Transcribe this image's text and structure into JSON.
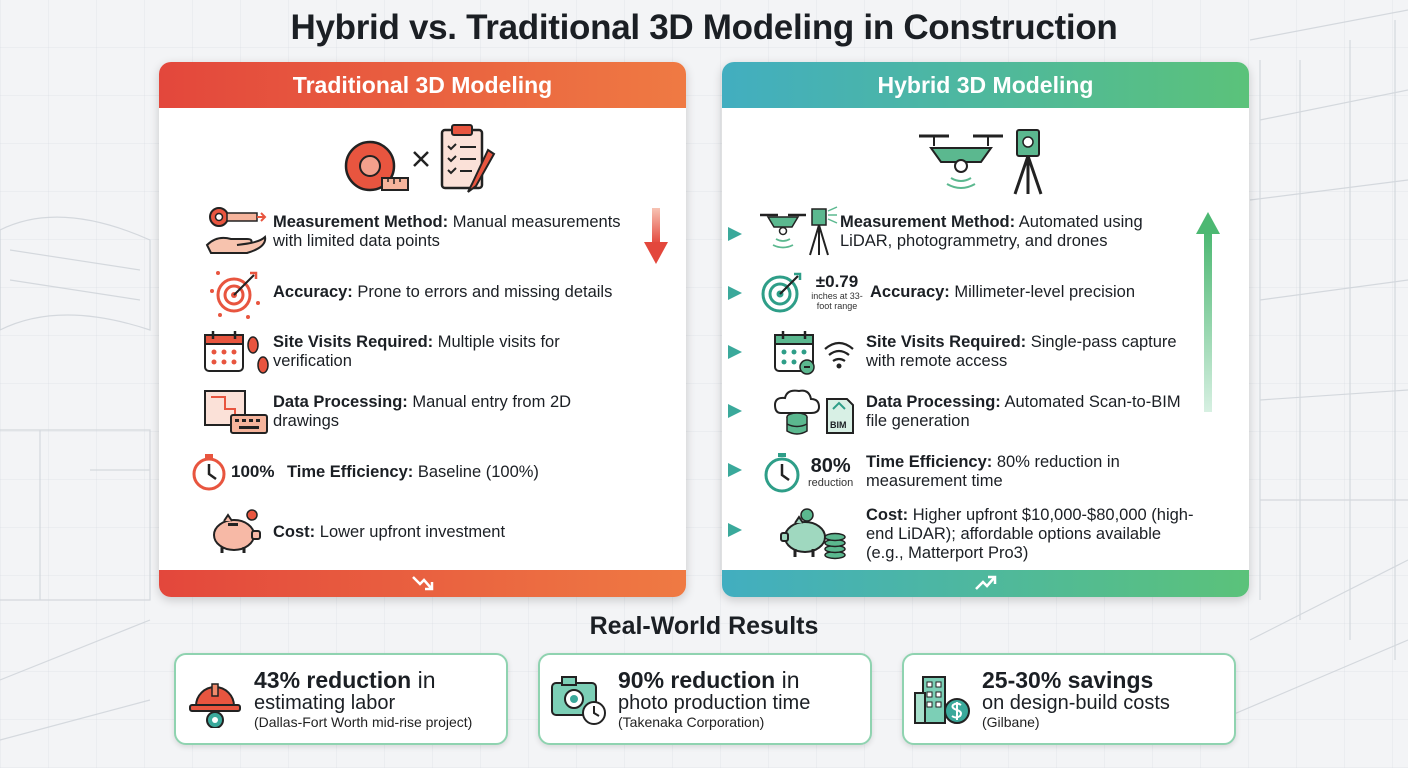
{
  "title": "Hybrid vs. Traditional 3D Modeling in Construction",
  "traditional": {
    "header": "Traditional 3D Modeling",
    "rows": [
      {
        "label": "Measurement Method:",
        "text": "Manual measurements with limited data points"
      },
      {
        "label": "Accuracy:",
        "text": "Prone to errors and missing details"
      },
      {
        "label": "Site Visits Required:",
        "text": "Multiple visits for verification"
      },
      {
        "label": "Data Processing:",
        "text": "Manual entry from 2D drawings"
      },
      {
        "label": "Time Efficiency:",
        "text": "Baseline (100%)",
        "badge": "100%"
      },
      {
        "label": "Cost:",
        "text": "Lower upfront investment"
      }
    ]
  },
  "hybrid": {
    "header": "Hybrid 3D Modeling",
    "rows": [
      {
        "label": "Measurement Method:",
        "text": "Automated using LiDAR, photogrammetry, and drones"
      },
      {
        "label": "Accuracy:",
        "text": "Millimeter-level precision",
        "badge": "±0.79",
        "badge_sub": "inches at 33-foot range"
      },
      {
        "label": "Site Visits Required:",
        "text": "Single-pass capture with remote access"
      },
      {
        "label": "Data Processing:",
        "text": "Automated Scan-to-BIM file generation",
        "badge": "BIM"
      },
      {
        "label": "Time Efficiency:",
        "text": "80% reduction in measurement time",
        "badge": "80%",
        "badge_sub": "reduction"
      },
      {
        "label": "Cost:",
        "text": "Higher upfront $10,000-$80,000 (high-end LiDAR); affordable options available (e.g., Matterport Pro3)"
      }
    ]
  },
  "results": {
    "title": "Real-World Results",
    "cards": [
      {
        "big": "43% reduction",
        "rest": " in",
        "line2": "estimating labor",
        "source": "(Dallas-Fort Worth mid-rise project)"
      },
      {
        "big": "90% reduction",
        "rest": " in",
        "line2": "photo production time",
        "source": "(Takenaka Corporation)"
      },
      {
        "big": "25-30% savings",
        "rest": "",
        "line2": "on design-build costs",
        "source": "(Gilbane)"
      }
    ]
  },
  "colors": {
    "traditional_start": "#e3473c",
    "traditional_end": "#ef7a43",
    "hybrid_start": "#42aec0",
    "hybrid_end": "#5bc27a",
    "icon_red": "#e8553f",
    "icon_teal": "#2e9e88"
  }
}
